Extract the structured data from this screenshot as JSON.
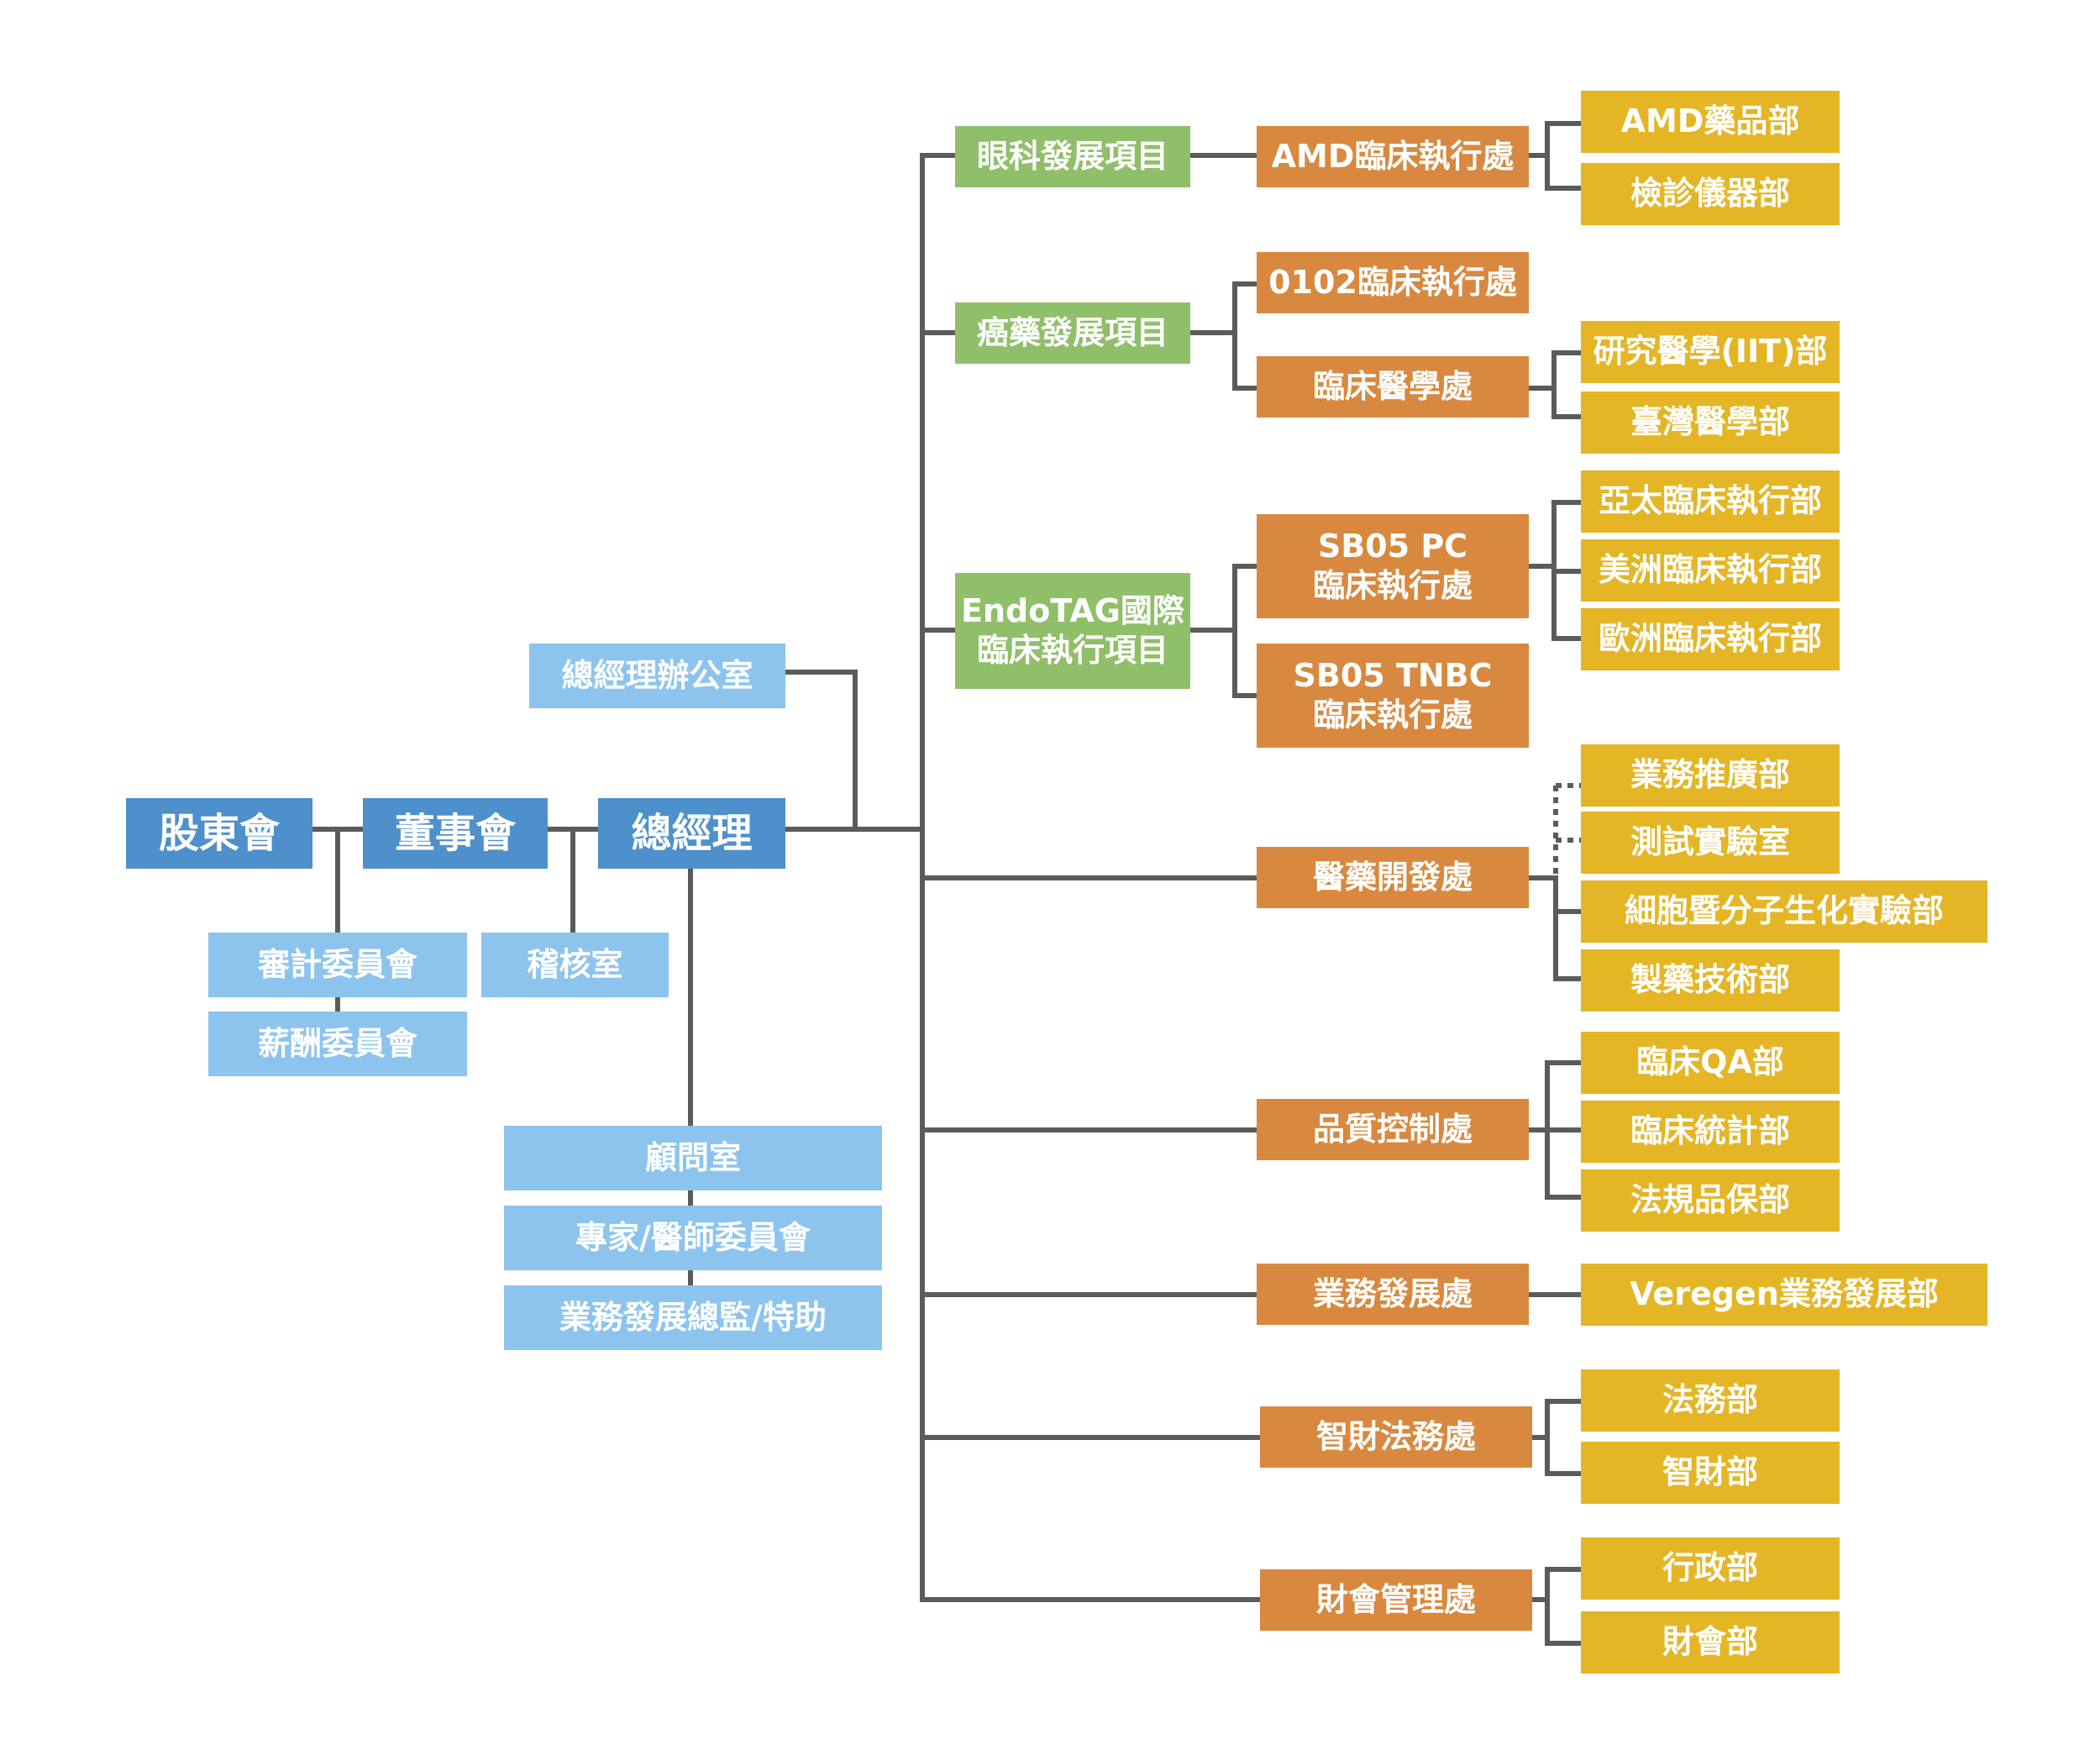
{
  "colors": {
    "dark_blue": "#4e90cc",
    "light_blue": "#8cc4ee",
    "green": "#90bf6a",
    "orange": "#d8893f",
    "yellow": "#e4b525",
    "connector": "#5b5b5b"
  },
  "governance": {
    "shareholders": "股東會",
    "board": "董事會",
    "ceo": "總經理",
    "audit_committee": "審計委員會",
    "remuneration_committee": "薪酬委員會",
    "internal_audit": "稽核室",
    "ceo_office": "總經理辦公室",
    "advisory_office": "顧問室",
    "expert_committee": "專家/醫師委員會",
    "bd_director": "業務發展總監/特助"
  },
  "projects": {
    "ophthalmology": "眼科發展項目",
    "oncology": "癌藥發展項目",
    "endotag": "EndoTAG國際\n臨床執行項目"
  },
  "divisions": {
    "amd_clinical": "AMD臨床執行處",
    "clinical_0102": "0102臨床執行處",
    "clinical_medicine": "臨床醫學處",
    "sb05_pc": "SB05 PC\n臨床執行處",
    "sb05_tnbc": "SB05 TNBC\n臨床執行處",
    "pharma_dev": "醫藥開發處",
    "quality_control": "品質控制處",
    "business_dev": "業務發展處",
    "ip_legal": "智財法務處",
    "finance_mgmt": "財會管理處"
  },
  "departments": {
    "amd_pharma": "AMD藥品部",
    "diagnostic_devices": "檢診儀器部",
    "iit_research": "研究醫學(IIT)部",
    "taiwan_medical": "臺灣醫學部",
    "apac_clinical": "亞太臨床執行部",
    "americas_clinical": "美洲臨床執行部",
    "europe_clinical": "歐洲臨床執行部",
    "business_promotion": "業務推廣部",
    "testing_lab": "測試實驗室",
    "cell_molecular_lab": "細胞暨分子生化實驗部",
    "pharma_tech": "製藥技術部",
    "clinical_qa": "臨床QA部",
    "clinical_stats": "臨床統計部",
    "regulatory_qa": "法規品保部",
    "veregen_bd": "Veregen業務發展部",
    "legal": "法務部",
    "ip": "智財部",
    "admin": "行政部",
    "accounting": "財會部"
  }
}
